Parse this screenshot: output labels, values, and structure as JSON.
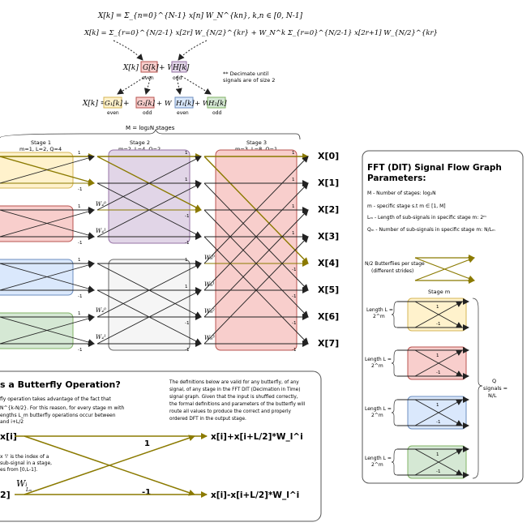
{
  "equations": {
    "eq1": "X[k] = Σ_{n=0}^{N-1} x[n] W_N^{kn}, k,n ∈ [0, N-1]",
    "eq2": "X[k] = Σ_{r=0}^{N/2-1} x[2r] W_{N/2}^{kr} + W_N^k Σ_{r=0}^{N/2-1} x[2r+1] W_{N/2}^{kr}",
    "eq3_prefix": "X[k] = ",
    "G": "G[k]",
    "plus_w": " + W",
    "H": "H[k]",
    "eq4_prefix": "X[k] = ",
    "G1": "G₁[k]",
    "G2": "G₂[k]",
    "H1": "H₁[k]",
    "H2": "H₂[k]",
    "even": "even",
    "odd": "odd",
    "decimate_note_1": "** Decimate until",
    "decimate_note_2": "signals are of size 2"
  },
  "stages": {
    "brace_label": "M = log₂N stages",
    "stage1_title": "Stage 1",
    "stage1_params": "m=1, L=2, Q=4",
    "stage2_title": "Stage 2",
    "stage2_params": "m=2, L=4, Q=2",
    "stage3_title": "Stage 3",
    "stage3_params": "m=3, L=8, Q=1"
  },
  "outputs": [
    "X[0]",
    "X[1]",
    "X[2]",
    "X[3]",
    "X[4]",
    "X[5]",
    "X[6]",
    "X[7]"
  ],
  "twiddles": {
    "stage2": [
      "W₄⁰",
      "W₄¹",
      "W₄⁰",
      "W₄¹"
    ],
    "stage3": [
      "W₈⁰",
      "W₈¹",
      "W₈²",
      "W₈³"
    ]
  },
  "branch_labels": {
    "one": "1",
    "minus_one": "-1"
  },
  "params_panel": {
    "title_1": "FFT (DIT) Signal Flow Graph",
    "title_2": "Parameters:",
    "M_def": "M - Number of stages: log₂N",
    "m_def": "m - specific stage s.t m ∈ [1, M]",
    "L_def": "Lₘ - Length of sub-signals in specific stage m: 2ᵐ",
    "Q_def": "Qₘ - Number of sub-signals in specific stage m: N/Lₘ",
    "butterflies_1": "N/2 Butterflies per stage",
    "butterflies_2": "(different strides)",
    "stage_m": "Stage m",
    "length_1": "Length L =",
    "length_2a": "2^m",
    "length_2b": "2^m",
    "length_2c": "2^m",
    "length_2d": "2^m",
    "q_1": "Q",
    "q_2": "signals =",
    "q_3": "N/L"
  },
  "butterfly_panel": {
    "title": "s a Butterfly Operation?",
    "p1_1": "fly operation takes advantage of the fact that",
    "p1_2": "N^{k-N/2}. For this reason, for every stage m with",
    "p1_3": "engths L_m butterfly operations occur between",
    "p1_4": "and i+L/2",
    "p2_1": "x 'i' is the index of a",
    "p2_2": "sub-signal in a stage,",
    "p2_3": "es from [0,L-1].",
    "right_1": "The definitions below are valid for any butterfly, of any",
    "right_2": "signal, of any stage in the FFT DIT (Decimation in Time)",
    "right_3": "signal graph. Given that the input is shuffled correctly,",
    "right_4": "the formal definitions and parameters of the butterfly will",
    "right_5": "route all values to produce the correct and properly",
    "right_6": "ordered DFT in the output stage.",
    "input_top": "x[i]",
    "input_bottom": "2]",
    "weight": "Wᵢ",
    "weight_sub": "Lₘ",
    "label_one": "1",
    "label_minus_one": "-1",
    "out_top": "x[i]+x[i+L/2]*W_l^i",
    "out_bottom": "x[i]-x[i+L/2]*W_l^i"
  },
  "colors": {
    "yellow_fill": "#fff2cc",
    "yellow_stroke": "#d6b656",
    "red_fill": "#f8cecc",
    "red_stroke": "#b85450",
    "blue_fill": "#dae8fc",
    "blue_stroke": "#6c8ebf",
    "green_fill": "#d5e8d4",
    "green_stroke": "#82b366",
    "purple_fill": "#e1d5e7",
    "purple_stroke": "#9673a6",
    "gray_fill": "#f5f5f5",
    "gray_stroke": "#666666",
    "highlight": "#8b7a00"
  }
}
